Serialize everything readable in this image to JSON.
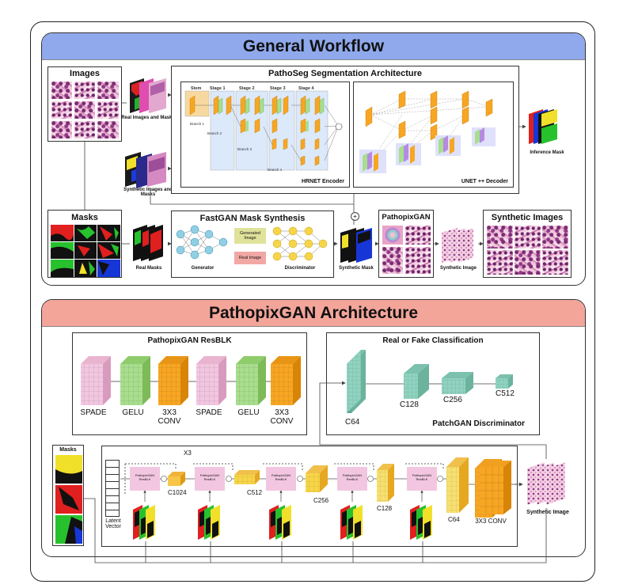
{
  "general": {
    "title": "General Workflow",
    "images_title": "Images",
    "masks_title": "Masks",
    "real_images_masks": "Real Images and Masks",
    "synthetic_images_masks": "Synthetic Images and Masks",
    "real_masks": "Real Masks",
    "synthetic_mask": "Synthetic Mask",
    "synthetic_image": "Synthetic Image",
    "inference_mask": "Inference Mask",
    "plus": "+"
  },
  "pathoseg": {
    "title": "PathoSeg Segmentation Architecture",
    "stem": "Stem",
    "stages": [
      "Stage 1",
      "Stage 2",
      "Stage 3",
      "Stage 4"
    ],
    "encoder": "HRNET Encoder",
    "decoder": "UNET ++ Decoder",
    "branch1": "Branch 1",
    "branch2": "Branch 2",
    "branch3": "Branch 3",
    "branch4": "Branch 4"
  },
  "fastgan": {
    "title": "FastGAN Mask Synthesis",
    "generated": "Generated Image",
    "real": "Real Image",
    "generator": "Generator",
    "discriminator": "Discriminator"
  },
  "pathopixgan_box": {
    "title": "PathopixGAN"
  },
  "synthetic_images": {
    "title": "Synthetic Images"
  },
  "arch": {
    "title": "PathopixGAN Architecture",
    "resblk_title": "PathopixGAN ResBLK",
    "resblk_items": [
      "SPADE",
      "GELU",
      "3X3 CONV",
      "SPADE",
      "GELU",
      "3X3 CONV"
    ],
    "real_fake": "Real or Fake Classification",
    "disc_layers": [
      "C64",
      "C128",
      "C256",
      "C512"
    ],
    "patchgan": "PatchGAN Discriminator",
    "masks": "Masks",
    "latent": "Latent Vector",
    "x3": "X3",
    "gen_layers": [
      "C1024",
      "C512",
      "C256",
      "C128",
      "C64",
      "3X3 CONV"
    ],
    "resblk_small": "PathopixGAN ResBLK",
    "synthetic_image": "Synthetic Image"
  },
  "colors": {
    "general_banner": "#8fa9ec",
    "arch_banner": "#f4a59a",
    "orange": "#f7a623",
    "green": "#a8de8e",
    "pink": "#f2c6e0",
    "teal": "#8fd3c0",
    "cyan": "#a8dbe8",
    "yellow": "#f7d548"
  }
}
